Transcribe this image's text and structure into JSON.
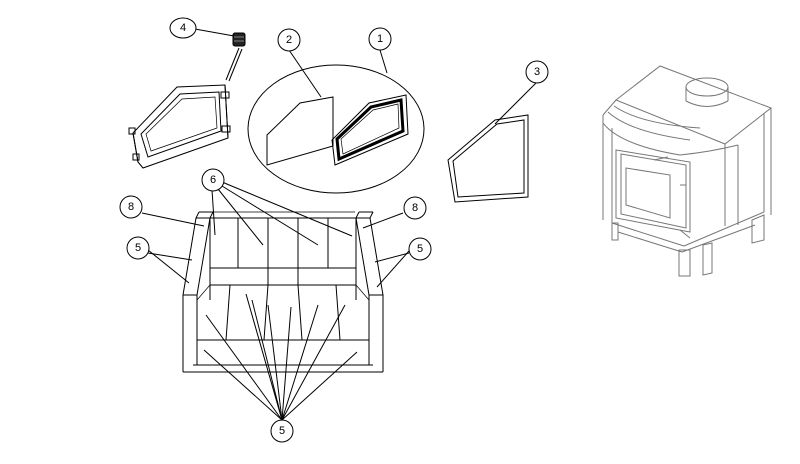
{
  "diagram": {
    "callouts": [
      {
        "id": "c4",
        "label": "4"
      },
      {
        "id": "c2",
        "label": "2"
      },
      {
        "id": "c1",
        "label": "1"
      },
      {
        "id": "c3",
        "label": "3"
      },
      {
        "id": "c6",
        "label": "6"
      },
      {
        "id": "c8a",
        "label": "8"
      },
      {
        "id": "c8b",
        "label": "8"
      },
      {
        "id": "c5a",
        "label": "5"
      },
      {
        "id": "c5b",
        "label": "5"
      },
      {
        "id": "c5c",
        "label": "5"
      }
    ]
  }
}
